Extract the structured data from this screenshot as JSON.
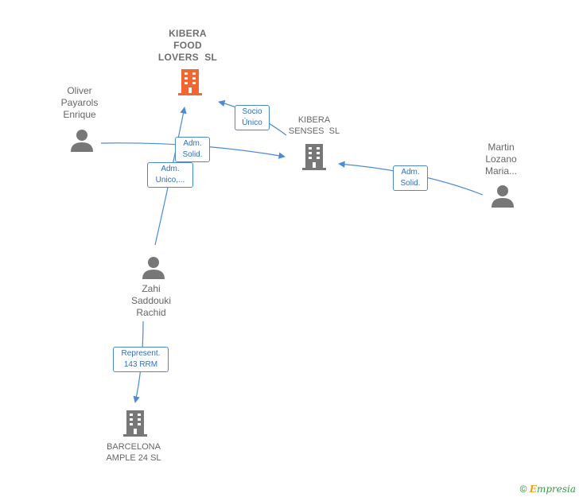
{
  "nodes": {
    "kibera_food_lovers": {
      "label": "KIBERA\nFOOD\nLOVERS  SL",
      "color": "#f26633"
    },
    "kibera_senses": {
      "label": "KIBERA\nSENSES  SL",
      "color": "#777777"
    },
    "barcelona_ample": {
      "label": "BARCELONA\nAMPLE 24 SL",
      "color": "#777777"
    },
    "oliver": {
      "label": "Oliver\nPayarols\nEnrique"
    },
    "martin": {
      "label": "Martin\nLozano\nMaria..."
    },
    "zahi": {
      "label": "Zahi\nSaddouki\nRachid"
    }
  },
  "edges": {
    "socio_unico": "Socio\nÚnico",
    "oliver_adm": "Adm.\nSolid.",
    "zahi_adm": "Adm.\nUnico,...",
    "martin_adm": "Adm.\nSolid.",
    "zahi_represent": "Represent.\n143 RRM"
  },
  "footer": {
    "copyright": "©",
    "brand_first": "E",
    "brand_rest": "mpresia"
  },
  "colors": {
    "edge": "#4a8ad6",
    "person": "#777777"
  }
}
